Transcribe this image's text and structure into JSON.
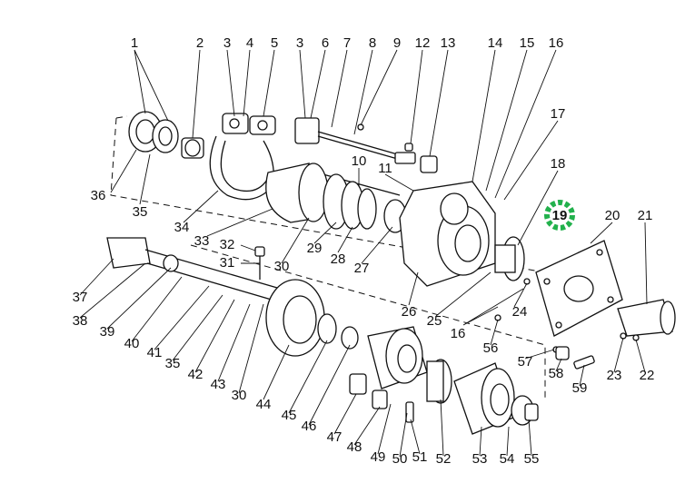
{
  "diagram": {
    "highlight_label": "19",
    "highlight_color": "#22b14c",
    "badge_text_color": "#222222",
    "labels": [
      "1",
      "2",
      "3",
      "4",
      "5",
      "3",
      "6",
      "7",
      "8",
      "9",
      "12",
      "13",
      "14",
      "15",
      "16",
      "17",
      "18",
      "19",
      "20",
      "21",
      "10",
      "11",
      "36",
      "35",
      "34",
      "33",
      "32",
      "31",
      "30",
      "29",
      "28",
      "27",
      "26",
      "25",
      "24",
      "37",
      "38",
      "39",
      "40",
      "41",
      "35",
      "42",
      "43",
      "30",
      "44",
      "45",
      "46",
      "47",
      "48",
      "49",
      "50",
      "51",
      "52",
      "53",
      "54",
      "55",
      "56",
      "57",
      "58",
      "59",
      "23",
      "22",
      "16"
    ]
  }
}
